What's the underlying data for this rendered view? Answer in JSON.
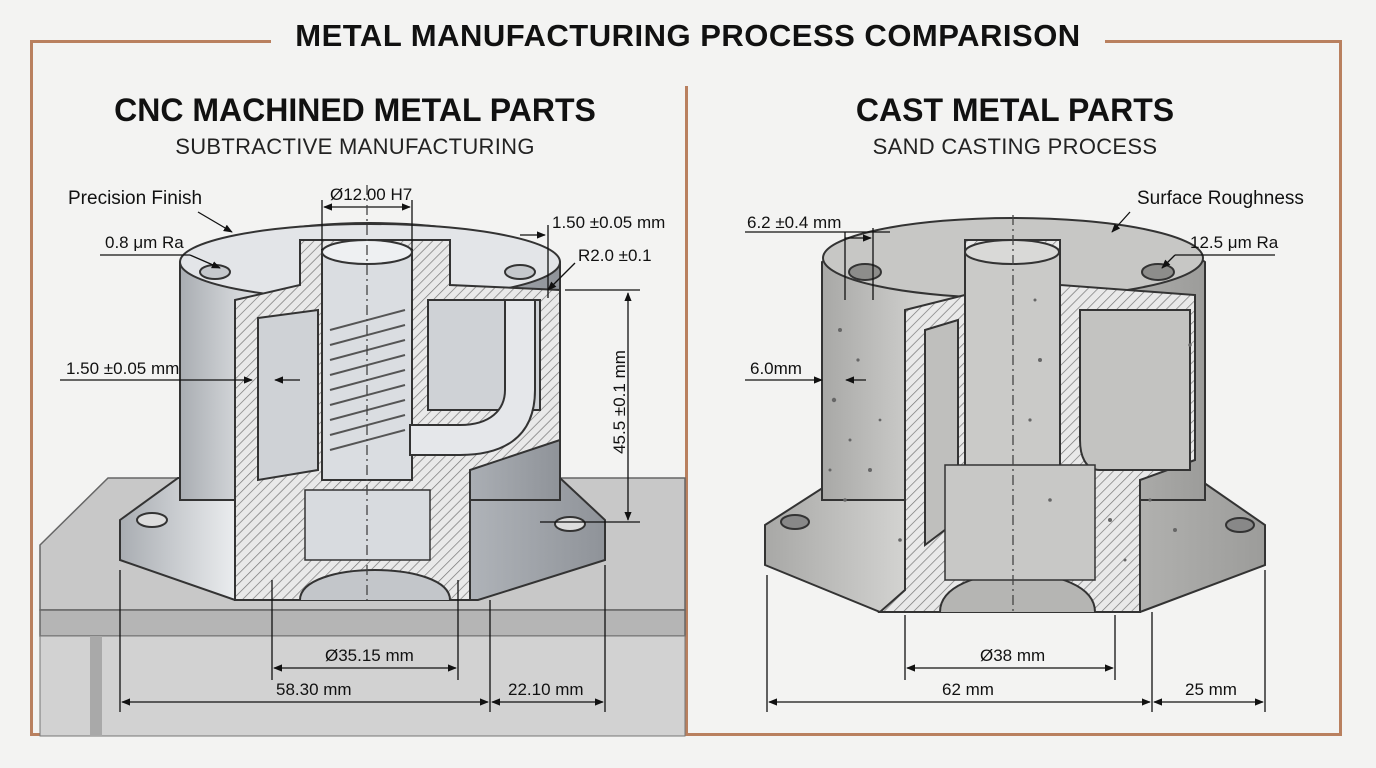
{
  "title": "METAL MANUFACTURING PROCESS COMPARISON",
  "left": {
    "heading": "CNC MACHINED METAL PARTS",
    "subheading": "SUBTRACTIVE MANUFACTURING",
    "callouts": {
      "precision": "Precision Finish",
      "ra": "0.8 μm Ra",
      "bore": "Ø12.00 H7",
      "top_wall": "1.50 ±0.05 mm",
      "radius": "R2.0 ±0.1",
      "side_wall": "1.50 ±0.05 mm",
      "height": "45.5 ±0.1 mm",
      "inner_dia": "Ø35.15 mm",
      "width": "58.30 mm",
      "flange": "22.10 mm"
    }
  },
  "right": {
    "heading": "CAST METAL PARTS",
    "subheading": "SAND CASTING PROCESS",
    "callouts": {
      "roughness": "Surface Roughness",
      "ra": "12.5 μm Ra",
      "hole": "6.2 ±0.4 mm",
      "wall": "6.0mm",
      "inner_dia": "Ø38 mm",
      "width": "62 mm",
      "flange": "25 mm"
    }
  },
  "colors": {
    "accent": "#b9805f",
    "metal": "#c9ccd0",
    "cast": "#b8b8b6"
  }
}
